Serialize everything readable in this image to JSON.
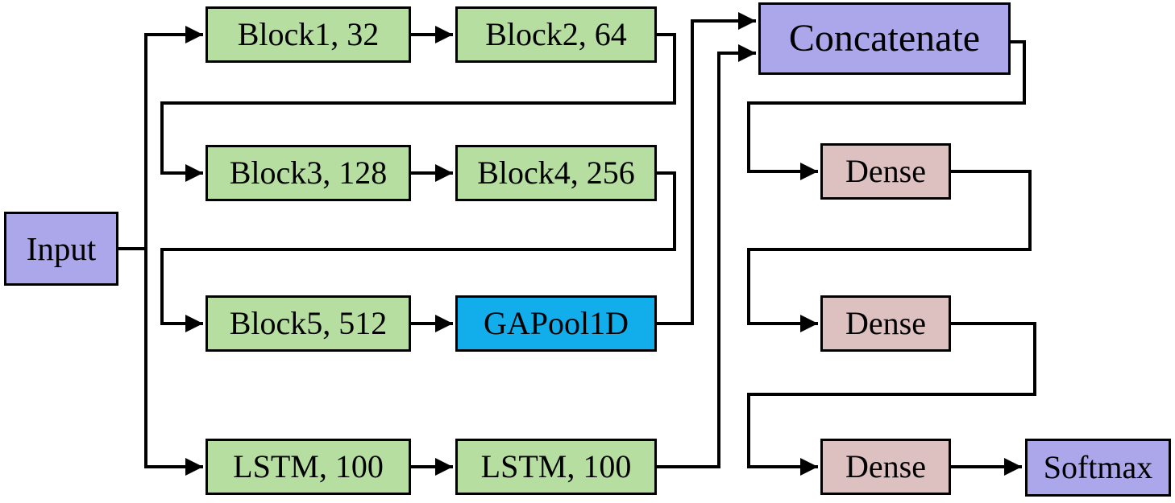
{
  "diagram": {
    "description": "Neural network architecture flow diagram",
    "colors": {
      "background": "#ffffff",
      "line": "#000000",
      "text": "#000000",
      "input": "#aca7ea",
      "block": "#b5dea0",
      "pool": "#12aeeb",
      "merge": "#aca7ea",
      "dense": "#ddc0c0",
      "output": "#aca7ea"
    },
    "nodes": [
      {
        "id": "input",
        "label": "Input",
        "kind": "input"
      },
      {
        "id": "block1",
        "label": "Block1, 32",
        "kind": "block"
      },
      {
        "id": "block2",
        "label": "Block2, 64",
        "kind": "block"
      },
      {
        "id": "block3",
        "label": "Block3, 128",
        "kind": "block"
      },
      {
        "id": "block4",
        "label": "Block4, 256",
        "kind": "block"
      },
      {
        "id": "block5",
        "label": "Block5, 512",
        "kind": "block"
      },
      {
        "id": "gapool1d",
        "label": "GAPool1D",
        "kind": "pool"
      },
      {
        "id": "lstm1",
        "label": "LSTM, 100",
        "kind": "block"
      },
      {
        "id": "lstm2",
        "label": "LSTM, 100",
        "kind": "block"
      },
      {
        "id": "concatenate",
        "label": "Concatenate",
        "kind": "merge"
      },
      {
        "id": "dense1",
        "label": "Dense",
        "kind": "dense"
      },
      {
        "id": "dense2",
        "label": "Dense",
        "kind": "dense"
      },
      {
        "id": "dense3",
        "label": "Dense",
        "kind": "dense"
      },
      {
        "id": "softmax",
        "label": "Softmax",
        "kind": "output"
      }
    ],
    "edges": [
      {
        "from": "input",
        "to": "block1"
      },
      {
        "from": "input",
        "to": "lstm1"
      },
      {
        "from": "block1",
        "to": "block2"
      },
      {
        "from": "block2",
        "to": "block3"
      },
      {
        "from": "block3",
        "to": "block4"
      },
      {
        "from": "block4",
        "to": "block5"
      },
      {
        "from": "block5",
        "to": "gapool1d"
      },
      {
        "from": "gapool1d",
        "to": "concatenate"
      },
      {
        "from": "lstm1",
        "to": "lstm2"
      },
      {
        "from": "lstm2",
        "to": "concatenate"
      },
      {
        "from": "concatenate",
        "to": "dense1"
      },
      {
        "from": "dense1",
        "to": "dense2"
      },
      {
        "from": "dense2",
        "to": "dense3"
      },
      {
        "from": "dense3",
        "to": "softmax"
      }
    ]
  }
}
